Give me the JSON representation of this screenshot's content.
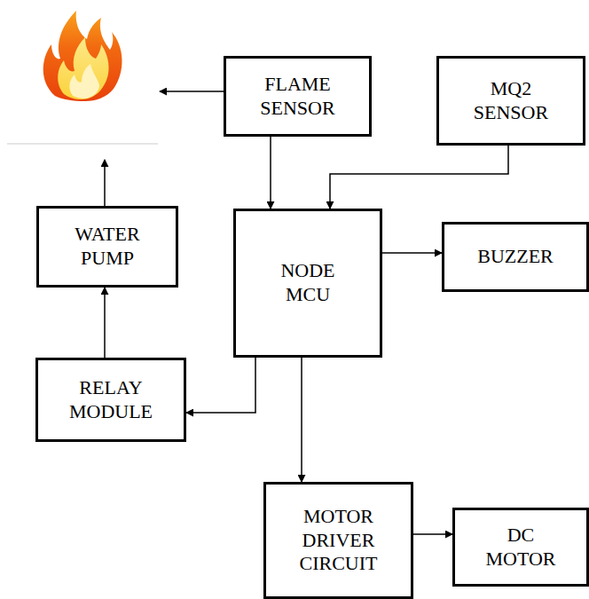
{
  "diagram": {
    "nodes": [
      {
        "text": [
          "FLAME SENSOR"
        ]
      },
      {
        "text": [
          "MQ2 SENSOR"
        ]
      },
      {
        "text": [
          "WATER PUMP"
        ]
      },
      {
        "text": [
          "NODE MCU"
        ]
      },
      {
        "text": [
          "BUZZER"
        ]
      },
      {
        "text": [
          "RELAY MODULE"
        ]
      },
      {
        "text": [
          "MOTOR DRIVER CIRCUIT"
        ]
      },
      {
        "text": [
          "DC MOTOR"
        ]
      }
    ],
    "edges": [
      {
        "from": 0,
        "to": 3,
        "arrow": "to"
      },
      {
        "from": 1,
        "to": 3,
        "arrow": "to"
      },
      {
        "from": 3,
        "to": 4,
        "arrow": "to"
      },
      {
        "from": 3,
        "to": 5,
        "arrow": "to"
      },
      {
        "from": 5,
        "to": 2,
        "arrow": "to"
      },
      {
        "from": 3,
        "to": 6,
        "arrow": "to"
      },
      {
        "from": 6,
        "to": 7,
        "arrow": "to"
      }
    ]
  }
}
